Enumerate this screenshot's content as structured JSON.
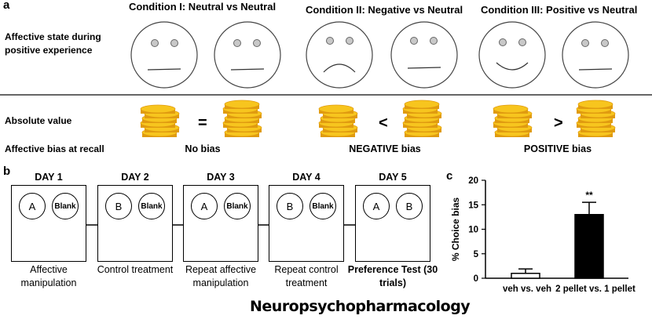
{
  "panel_a": {
    "letter": "a",
    "conditions": [
      "Condition I: Neutral vs Neutral",
      "Condition II: Negative vs Neutral",
      "Condition III: Positive vs Neutral"
    ],
    "row_affective_state": "Affective state during positive experience",
    "row_absolute_value": "Absolute value",
    "row_affective_bias": "Affective bias at recall",
    "operators": [
      "=",
      "<",
      ">"
    ],
    "bias_labels": [
      "No bias",
      "NEGATIVE bias",
      "POSITIVE bias"
    ],
    "faces": [
      "neutral",
      "neutral",
      "frown",
      "neutral",
      "smile",
      "neutral"
    ],
    "colors": {
      "coin": "#f7c51e",
      "coin_edge": "#e09b10",
      "face_fill": "#ffffff",
      "eye": "#c8c8c8"
    }
  },
  "panel_b": {
    "letter": "b",
    "days": [
      {
        "title": "DAY 1",
        "left": "A",
        "right": "Blank",
        "caption": "Affective manipulation",
        "bold": false
      },
      {
        "title": "DAY 2",
        "left": "B",
        "right": "Blank",
        "caption": "Control treatment",
        "bold": false
      },
      {
        "title": "DAY 3",
        "left": "A",
        "right": "Blank",
        "caption": "Repeat affective manipulation",
        "bold": false
      },
      {
        "title": "DAY 4",
        "left": "B",
        "right": "Blank",
        "caption": "Repeat control treatment",
        "bold": false
      },
      {
        "title": "DAY 5",
        "left": "A",
        "right": "B",
        "caption": "Preference Test (30 trials)",
        "bold": true
      }
    ]
  },
  "panel_c": {
    "letter": "c",
    "chart_data": {
      "type": "bar",
      "categories": [
        "veh vs. veh",
        "2 pellet vs. 1 pellet"
      ],
      "values": [
        1.0,
        13.0
      ],
      "errors": [
        0.9,
        2.5
      ],
      "ylabel": "% Choice bias",
      "ylim": [
        0,
        20
      ],
      "yticks": [
        0,
        5,
        10,
        15,
        20
      ],
      "annotations": [
        "",
        "**"
      ],
      "bar_colors": [
        "#ffffff",
        "#000000"
      ]
    }
  },
  "journal": "Neuropsychopharmacology"
}
